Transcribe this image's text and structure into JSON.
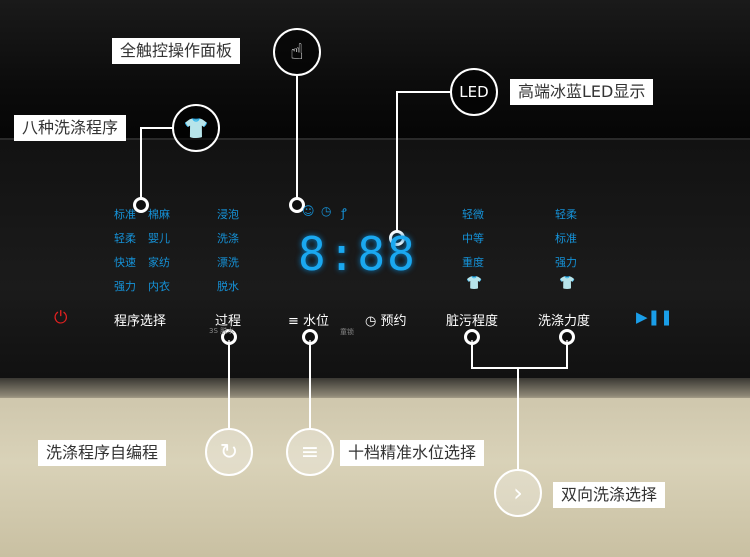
{
  "callouts": {
    "touch_panel": "全触控操作面板",
    "led_display": "高端冰蓝LED显示",
    "eight_programs": "八种洗涤程序",
    "self_programming": "洗涤程序自编程",
    "water_level": "十档精准水位选择",
    "bidirectional": "双向洗涤选择"
  },
  "led_icon_text": "LED",
  "programs": [
    "标准",
    "棉麻",
    "轻柔",
    "婴儿",
    "快速",
    "家纺",
    "强力",
    "内衣"
  ],
  "process_steps": [
    "浸泡",
    "洗涤",
    "漂洗",
    "脱水"
  ],
  "led_value": "8:88",
  "dirt_levels": [
    "轻微",
    "中等",
    "重度"
  ],
  "wash_strength": [
    "轻柔",
    "标准",
    "强力"
  ],
  "buttons": {
    "program": "程序选择",
    "process": "过程",
    "water": "水位",
    "schedule": "预约",
    "dirt": "脏污程度",
    "strength": "洗涤力度"
  },
  "sub_labels": {
    "process": "3S 脱水",
    "lock": "童锁"
  },
  "colors": {
    "led": "#1aa8f0",
    "power": "#e02020"
  }
}
